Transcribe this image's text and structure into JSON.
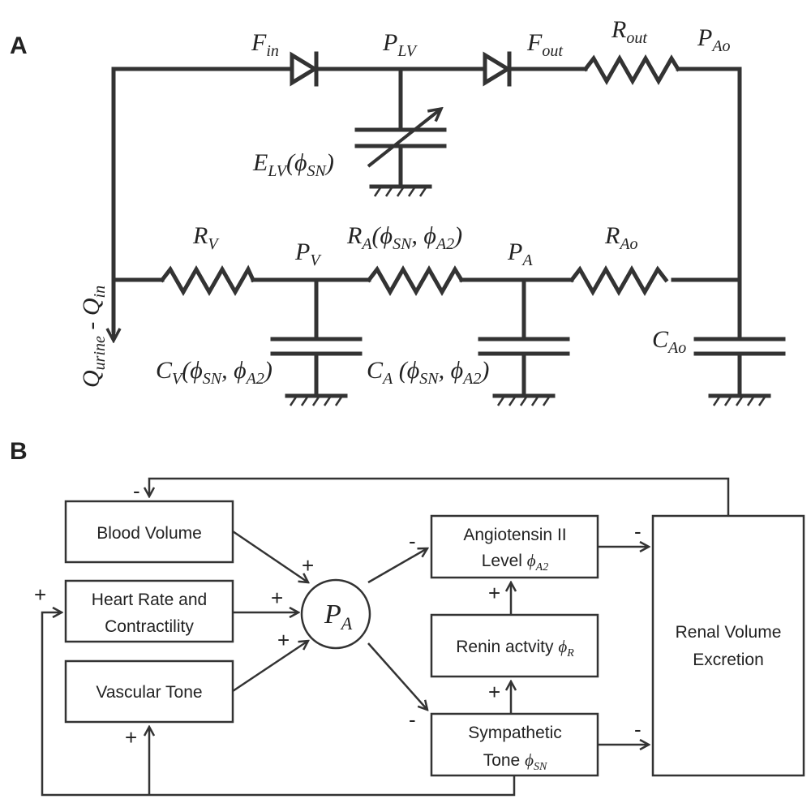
{
  "panels": {
    "a": "A",
    "b": "B"
  },
  "circuit": {
    "f_in": {
      "main": "F",
      "sub": "in"
    },
    "p_lv": {
      "main": "P",
      "sub": "LV"
    },
    "f_out": {
      "main": "F",
      "sub": "out"
    },
    "r_out": {
      "main": "R",
      "sub": "out"
    },
    "p_ao": {
      "main": "P",
      "sub": "Ao"
    },
    "e_lv": {
      "main": "E",
      "sub": "LV",
      "open": "(",
      "phi": "ϕ",
      "phi_sub": "SN",
      "close": ")"
    },
    "r_v": {
      "main": "R",
      "sub": "V"
    },
    "p_v": {
      "main": "P",
      "sub": "V"
    },
    "r_a": {
      "main": "R",
      "sub": "A",
      "open": "(",
      "phi1": "ϕ",
      "phi1_sub": "SN",
      "sep": ", ",
      "phi2": "ϕ",
      "phi2_sub": "A2",
      "close": ")"
    },
    "p_a": {
      "main": "P",
      "sub": "A"
    },
    "r_ao": {
      "main": "R",
      "sub": "Ao"
    },
    "c_v": {
      "main": "C",
      "sub": "V",
      "open": "(",
      "phi1": "ϕ",
      "phi1_sub": "SN",
      "sep": ", ",
      "phi2": "ϕ",
      "phi2_sub": "A2",
      "close": ")"
    },
    "c_a": {
      "main": "C",
      "sub": "A",
      "open": " (",
      "phi1": "ϕ",
      "phi1_sub": "SN",
      "sep": ", ",
      "phi2": "ϕ",
      "phi2_sub": "A2",
      "close": ")"
    },
    "c_ao": {
      "main": "C",
      "sub": "Ao"
    },
    "q_flow": {
      "q1": "Q",
      "q1_sub": "urine",
      "dash": " - ",
      "q2": "Q",
      "q2_sub": "in"
    }
  },
  "block_diagram": {
    "boxes": {
      "blood_volume": "Blood Volume",
      "heart_rate_line1": "Heart Rate and",
      "heart_rate_line2": "Contractility",
      "vascular_tone": "Vascular Tone",
      "angiotensin_line1": "Angiotensin II",
      "angiotensin_line2": "Level ",
      "angiotensin_phi": "ϕ",
      "angiotensin_phi_sub": "A2",
      "renin": "Renin actvity ",
      "renin_phi": "ϕ",
      "renin_phi_sub": "R",
      "sympathetic_line1": "Sympathetic",
      "sympathetic_line2": "Tone ",
      "sympathetic_phi": "ϕ",
      "sympathetic_phi_sub": "SN",
      "renal_line1": "Renal Volume",
      "renal_line2": "Excretion"
    },
    "node": {
      "main": "P",
      "sub": "A"
    },
    "signs": {
      "top_feedback": "-",
      "blood_to_pa": "+",
      "heart_to_pa": "+",
      "vascular_to_pa": "+",
      "pa_to_angiotensin": "-",
      "pa_to_sympathetic": "-",
      "angiotensin_to_renal": "-",
      "sympathetic_to_renal": "-",
      "renin_to_angiotensin": "+",
      "sympathetic_to_renin": "+",
      "feedback_to_heart": "+",
      "feedback_to_vascular": "+"
    }
  }
}
